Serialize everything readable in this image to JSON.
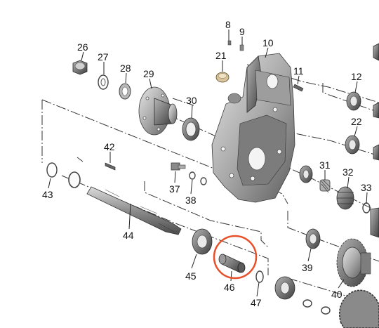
{
  "diagram": {
    "part_labels": [
      "8",
      "9",
      "10",
      "11",
      "12",
      "21",
      "22",
      "26",
      "27",
      "28",
      "29",
      "30",
      "31",
      "32",
      "33",
      "37",
      "38",
      "39",
      "40",
      "42",
      "43",
      "44",
      "45",
      "46",
      "47"
    ],
    "highlighted_part": "46",
    "highlight_color": "#e8502a"
  }
}
